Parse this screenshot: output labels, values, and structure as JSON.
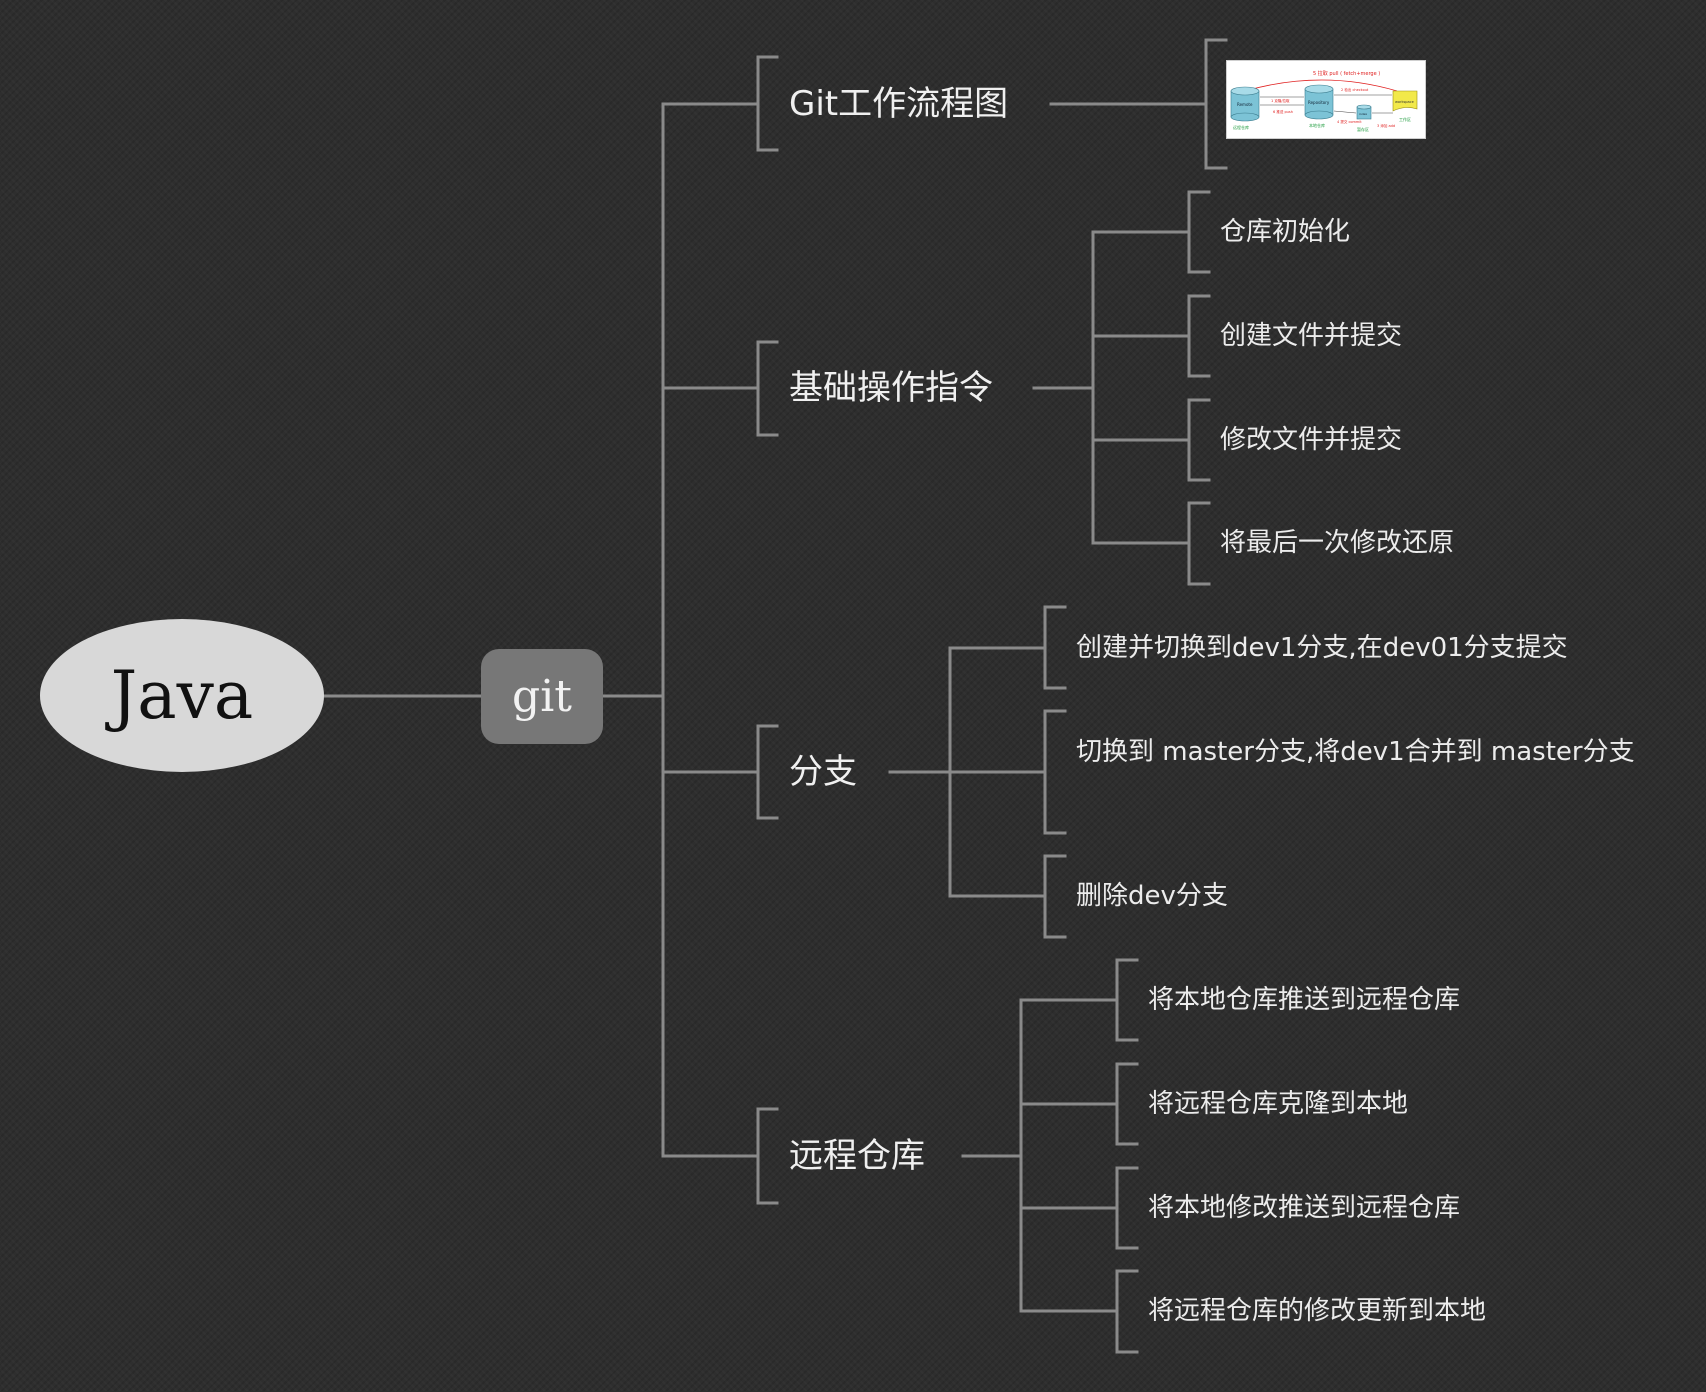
{
  "root": {
    "label": "Java"
  },
  "hub": {
    "label": "git"
  },
  "branches": [
    {
      "label": "Git工作流程图",
      "children": []
    },
    {
      "label": "基础操作指令",
      "children": [
        "仓库初始化",
        "创建文件并提交",
        "修改文件并提交",
        "将最后一次修改还原"
      ]
    },
    {
      "label": "分支",
      "children": [
        "创建并切换到dev1分支,在dev01分支提交",
        "切换到 master分支,将dev1合并到 master分支",
        "删除dev分支"
      ]
    },
    {
      "label": "远程仓库",
      "children": [
        "将本地仓库推送到远程仓库",
        "将远程仓库克隆到本地",
        "将本地修改推送到远程仓库",
        "将远程仓库的修改更新到本地"
      ]
    }
  ],
  "diagram_thumbnail": {
    "top_label": "5 拉取 pull ( fetch+merge )",
    "nodes": [
      "Remote",
      "Repository",
      "index",
      "workspace"
    ],
    "node_captions": [
      "远程仓库",
      "本地仓库",
      "暂存区",
      "工作区"
    ],
    "arrow_labels": [
      "1 克隆/拉取",
      "2 检出 checkout",
      "6 推送 push",
      "4 提交 commit",
      "3 添加 add"
    ],
    "colors": {
      "cylinder": "#7cc3d6",
      "workspace": "#f2e94a",
      "accent_red": "#e02020",
      "caption_green": "#1a9a3a"
    }
  }
}
